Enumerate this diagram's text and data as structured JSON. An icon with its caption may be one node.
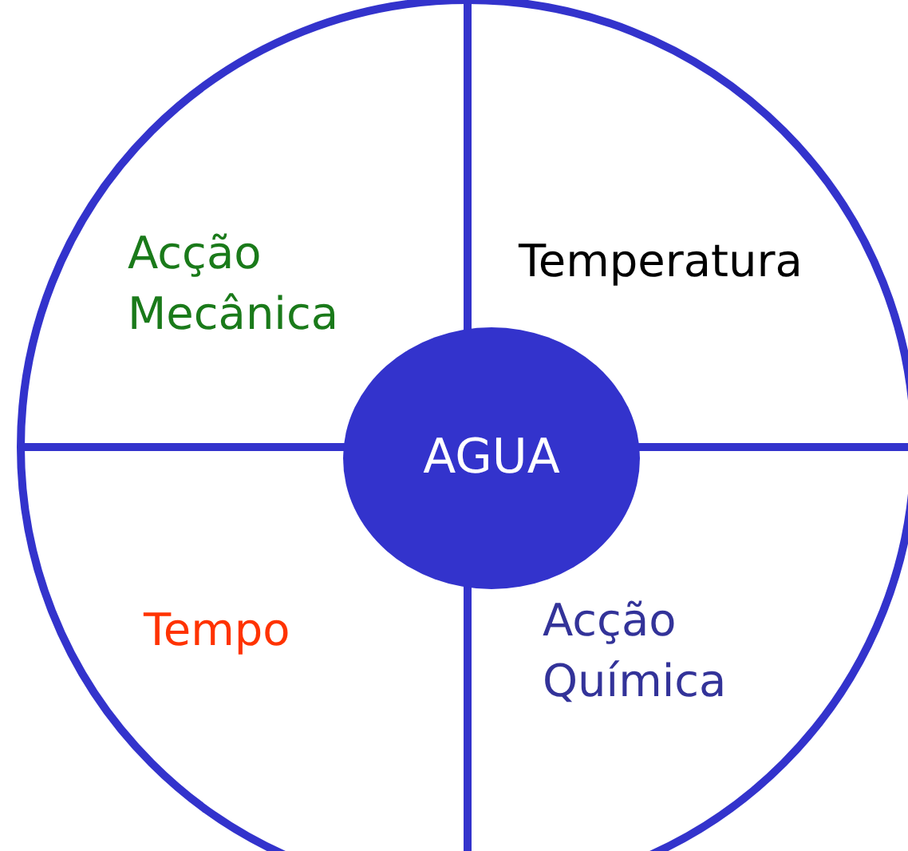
{
  "diagram": {
    "nodes": [
      {
        "text": [
          "Acção Mecânica"
        ]
      },
      {
        "text": [
          "Temperatura"
        ]
      },
      {
        "text": [
          "AGUA"
        ]
      },
      {
        "text": [
          "Tempo"
        ]
      },
      {
        "text": [
          "Acção Química"
        ]
      }
    ],
    "edges": []
  }
}
